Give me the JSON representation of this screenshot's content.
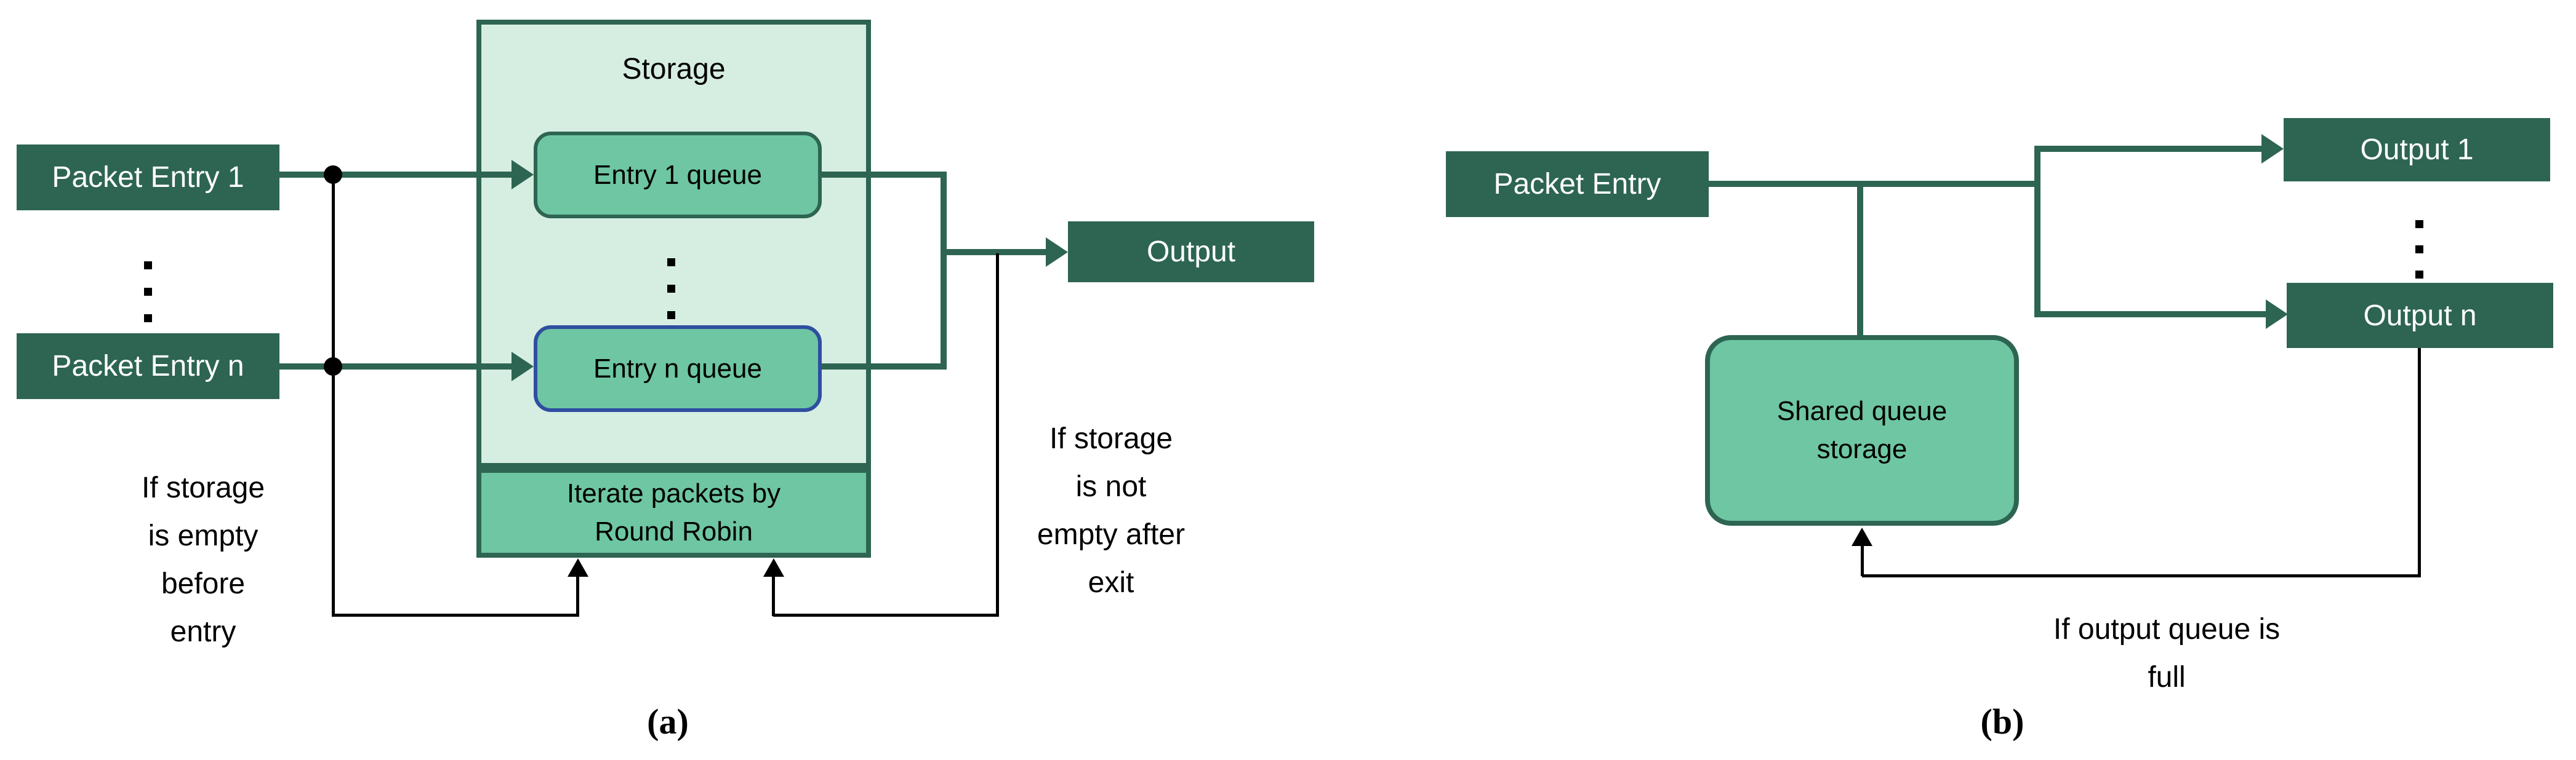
{
  "palette": {
    "dark_green": "#2D6552",
    "medium_green": "#6EC6A2",
    "light_mint": "#D6EDE2",
    "highlight_blue": "#2E4FA0",
    "line_black": "#000000",
    "text_on_dark": "#FFFFFF"
  },
  "diagram_a": {
    "caption": "(a)",
    "packet_entry_1": "Packet Entry 1",
    "packet_entry_n": "Packet Entry n",
    "storage_title": "Storage",
    "entry_1_queue": "Entry 1 queue",
    "entry_n_queue": "Entry n queue",
    "iterate_line1": "Iterate packets by",
    "iterate_line2": "Round Robin",
    "output": "Output",
    "note_left": [
      "If storage",
      "is empty",
      "before",
      "entry"
    ],
    "note_right": [
      "If storage",
      "is not",
      "empty after",
      "exit"
    ]
  },
  "diagram_b": {
    "caption": "(b)",
    "packet_entry": "Packet Entry",
    "output_1": "Output 1",
    "output_n": "Output n",
    "shared_line1": "Shared queue",
    "shared_line2": "storage",
    "note_line1": "If output queue is",
    "note_line2": "full"
  }
}
